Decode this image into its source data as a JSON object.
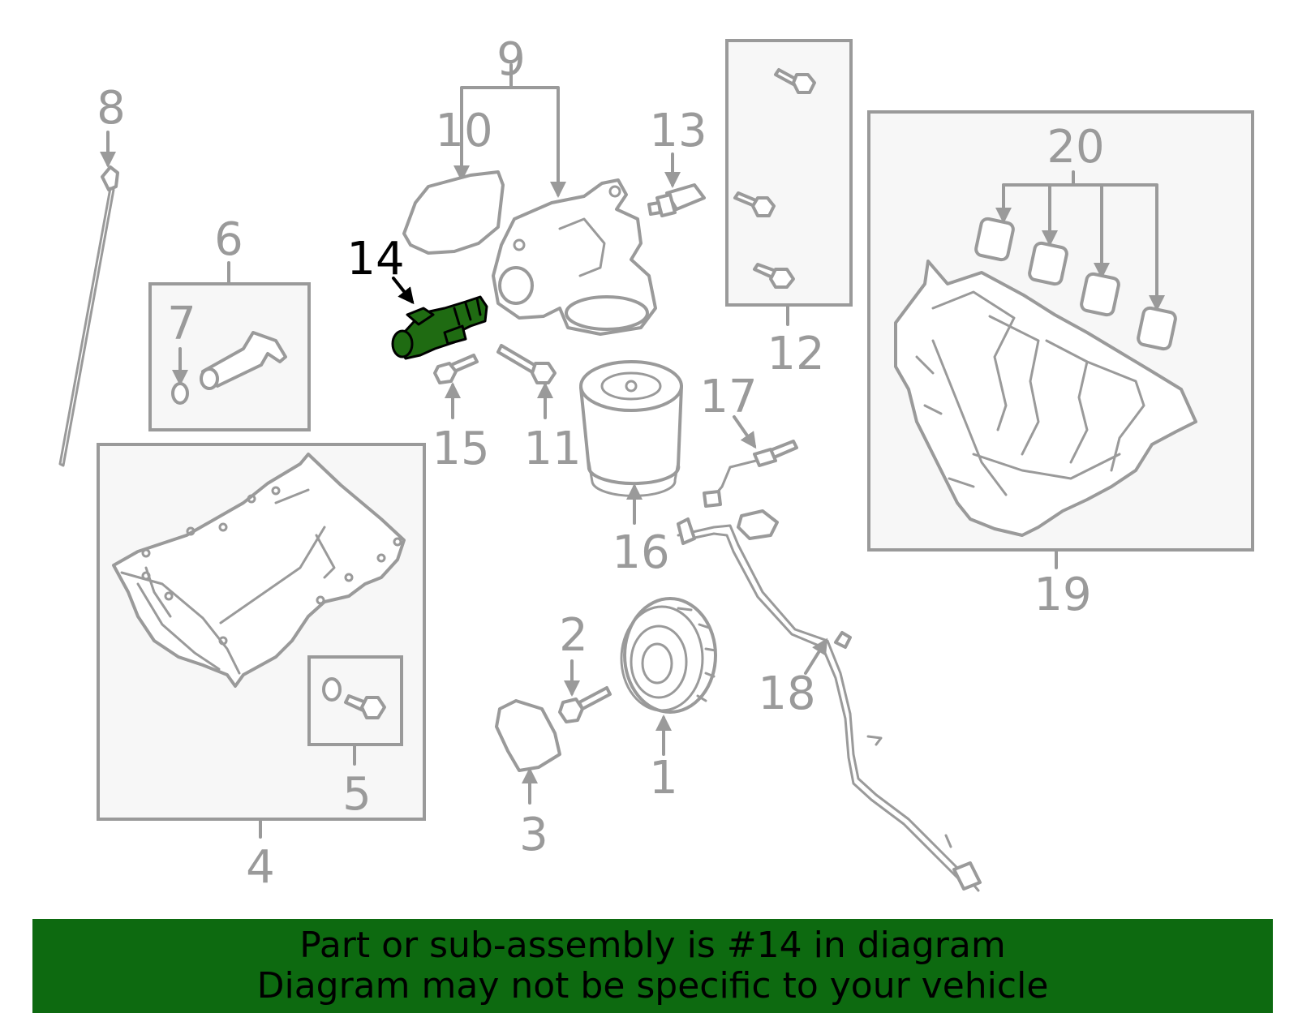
{
  "callouts": {
    "c1": "1",
    "c2": "2",
    "c3": "3",
    "c4": "4",
    "c5": "5",
    "c6": "6",
    "c7": "7",
    "c8": "8",
    "c9": "9",
    "c10": "10",
    "c11": "11",
    "c12": "12",
    "c13": "13",
    "c14": "14",
    "c15": "15",
    "c16": "16",
    "c17": "17",
    "c18": "18",
    "c19": "19",
    "c20": "20"
  },
  "highlight": {
    "part": "14",
    "color": "#1f6b12"
  },
  "colors": {
    "banner": "#0d6a10",
    "line": "#9a9a9a",
    "box_fill": "#f7f7f7"
  },
  "banner": {
    "line1": "Part or sub-assembly is #14 in diagram",
    "line2": "Diagram may not be specific to your vehicle"
  }
}
